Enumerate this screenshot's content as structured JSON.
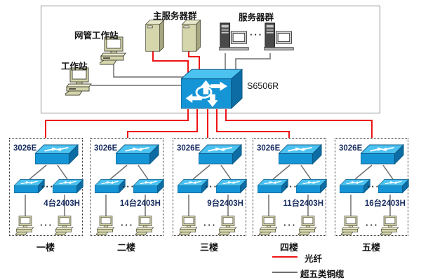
{
  "top_section": {
    "nms_label": "网管工作站",
    "workstation_label": "工作站",
    "main_servers_label": "主服务器群",
    "servers_label": "服务器群",
    "core_switch_label": "S6506R"
  },
  "floors": [
    {
      "name": "一楼",
      "switch_label": "3026E",
      "access_label": "4台2403H"
    },
    {
      "name": "二楼",
      "switch_label": "3026E",
      "access_label": "14台2403H"
    },
    {
      "name": "三楼",
      "switch_label": "3026E",
      "access_label": "9台2403H"
    },
    {
      "name": "四楼",
      "switch_label": "3026E",
      "access_label": "11台2403H"
    },
    {
      "name": "五楼",
      "switch_label": "3026E",
      "access_label": "16台2403H"
    }
  ],
  "legend": {
    "fiber_label": "光纤",
    "copper_label": "超五类铜缆"
  },
  "misc": {
    "dots": "···"
  },
  "colors": {
    "fiber": "#ee1414",
    "copper": "#6e6e6e",
    "switch_front": "#1695d6",
    "switch_top": "#4cc2f1",
    "switch_side": "#0d6ca3",
    "tan": "#d6d6ad",
    "navy_label": "#162a5e"
  }
}
